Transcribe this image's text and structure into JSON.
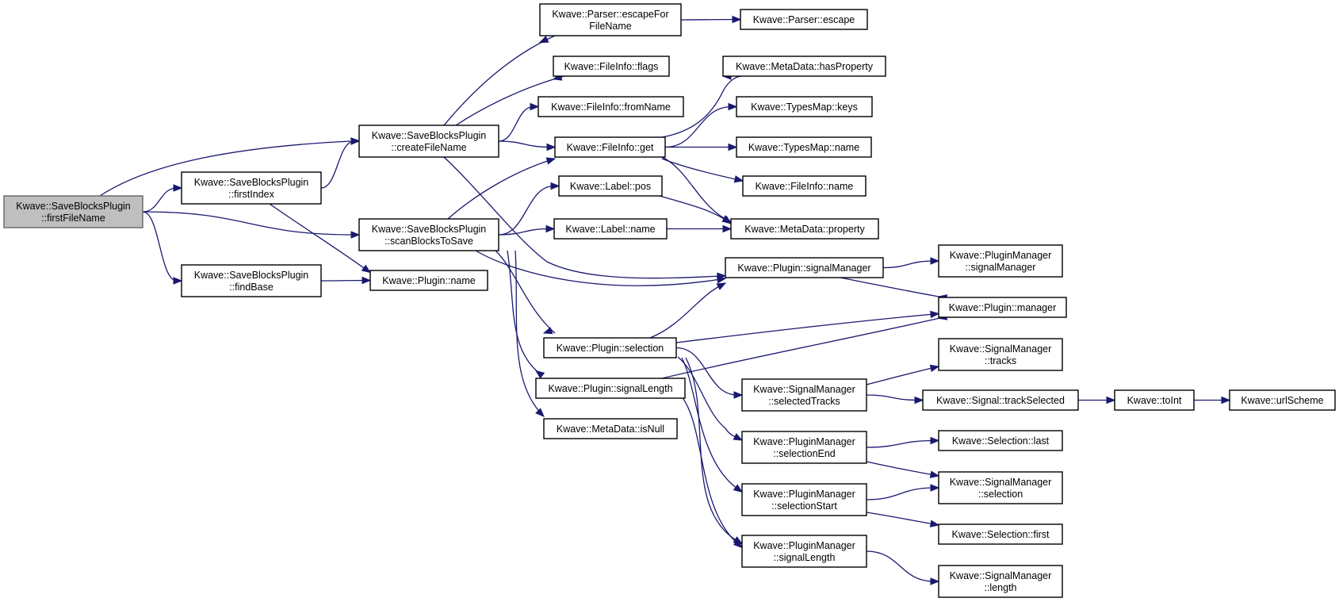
{
  "graph": {
    "direction": "left-to-right",
    "nodes": [
      {
        "id": "root",
        "lines": [
          "Kwave::SaveBlocksPlugin",
          "::firstFileName"
        ],
        "highlighted": true
      },
      {
        "id": "firstIndex",
        "lines": [
          "Kwave::SaveBlocksPlugin",
          "::firstIndex"
        ]
      },
      {
        "id": "findBase",
        "lines": [
          "Kwave::SaveBlocksPlugin",
          "::findBase"
        ]
      },
      {
        "id": "createFileName",
        "lines": [
          "Kwave::SaveBlocksPlugin",
          "::createFileName"
        ]
      },
      {
        "id": "scanBlocksToSave",
        "lines": [
          "Kwave::SaveBlocksPlugin",
          "::scanBlocksToSave"
        ]
      },
      {
        "id": "pluginName",
        "lines": [
          "Kwave::Plugin::name"
        ]
      },
      {
        "id": "escapeForFileName",
        "lines": [
          "Kwave::Parser::escapeFor",
          "FileName"
        ]
      },
      {
        "id": "parserEscape",
        "lines": [
          "Kwave::Parser::escape"
        ]
      },
      {
        "id": "flags",
        "lines": [
          "Kwave::FileInfo::flags"
        ]
      },
      {
        "id": "fromName",
        "lines": [
          "Kwave::FileInfo::fromName"
        ]
      },
      {
        "id": "fileInfoGet",
        "lines": [
          "Kwave::FileInfo::get"
        ]
      },
      {
        "id": "labelPos",
        "lines": [
          "Kwave::Label::pos"
        ]
      },
      {
        "id": "labelName",
        "lines": [
          "Kwave::Label::name"
        ]
      },
      {
        "id": "hasProperty",
        "lines": [
          "Kwave::MetaData::hasProperty"
        ]
      },
      {
        "id": "typesKeys",
        "lines": [
          "Kwave::TypesMap::keys"
        ]
      },
      {
        "id": "typesName",
        "lines": [
          "Kwave::TypesMap::name"
        ]
      },
      {
        "id": "fileInfoName",
        "lines": [
          "Kwave::FileInfo::name"
        ]
      },
      {
        "id": "property",
        "lines": [
          "Kwave::MetaData::property"
        ]
      },
      {
        "id": "pluginSignalManager",
        "lines": [
          "Kwave::Plugin::signalManager"
        ]
      },
      {
        "id": "pmSignalManager",
        "lines": [
          "Kwave::PluginManager",
          "::signalManager"
        ]
      },
      {
        "id": "pluginManager",
        "lines": [
          "Kwave::Plugin::manager"
        ]
      },
      {
        "id": "pluginSelection",
        "lines": [
          "Kwave::Plugin::selection"
        ]
      },
      {
        "id": "pluginSignalLength",
        "lines": [
          "Kwave::Plugin::signalLength"
        ]
      },
      {
        "id": "isNull",
        "lines": [
          "Kwave::MetaData::isNull"
        ]
      },
      {
        "id": "selectedTracks",
        "lines": [
          "Kwave::SignalManager",
          "::selectedTracks"
        ]
      },
      {
        "id": "smTracks",
        "lines": [
          "Kwave::SignalManager",
          "::tracks"
        ]
      },
      {
        "id": "trackSelected",
        "lines": [
          "Kwave::Signal::trackSelected"
        ]
      },
      {
        "id": "toInt",
        "lines": [
          "Kwave::toInt"
        ]
      },
      {
        "id": "urlScheme",
        "lines": [
          "Kwave::urlScheme"
        ]
      },
      {
        "id": "selectionEnd",
        "lines": [
          "Kwave::PluginManager",
          "::selectionEnd"
        ]
      },
      {
        "id": "selectionLast",
        "lines": [
          "Kwave::Selection::last"
        ]
      },
      {
        "id": "smSelection",
        "lines": [
          "Kwave::SignalManager",
          "::selection"
        ]
      },
      {
        "id": "selectionStart",
        "lines": [
          "Kwave::PluginManager",
          "::selectionStart"
        ]
      },
      {
        "id": "selectionFirst",
        "lines": [
          "Kwave::Selection::first"
        ]
      },
      {
        "id": "pmSignalLength",
        "lines": [
          "Kwave::PluginManager",
          "::signalLength"
        ]
      },
      {
        "id": "smLength",
        "lines": [
          "Kwave::SignalManager",
          "::length"
        ]
      }
    ],
    "edges": [
      {
        "from": "root",
        "to": "createFileName"
      },
      {
        "from": "root",
        "to": "firstIndex"
      },
      {
        "from": "root",
        "to": "scanBlocksToSave"
      },
      {
        "from": "root",
        "to": "findBase"
      },
      {
        "from": "firstIndex",
        "to": "createFileName"
      },
      {
        "from": "firstIndex",
        "to": "pluginName"
      },
      {
        "from": "findBase",
        "to": "pluginName"
      },
      {
        "from": "createFileName",
        "to": "escapeForFileName"
      },
      {
        "from": "createFileName",
        "to": "flags"
      },
      {
        "from": "createFileName",
        "to": "fromName"
      },
      {
        "from": "createFileName",
        "to": "fileInfoGet"
      },
      {
        "from": "createFileName",
        "to": "pluginSignalManager"
      },
      {
        "from": "escapeForFileName",
        "to": "parserEscape"
      },
      {
        "from": "fileInfoGet",
        "to": "hasProperty"
      },
      {
        "from": "fileInfoGet",
        "to": "typesKeys"
      },
      {
        "from": "fileInfoGet",
        "to": "typesName"
      },
      {
        "from": "fileInfoGet",
        "to": "fileInfoName"
      },
      {
        "from": "fileInfoGet",
        "to": "property"
      },
      {
        "from": "scanBlocksToSave",
        "to": "fileInfoGet"
      },
      {
        "from": "scanBlocksToSave",
        "to": "labelPos"
      },
      {
        "from": "scanBlocksToSave",
        "to": "labelName"
      },
      {
        "from": "scanBlocksToSave",
        "to": "pluginSignalManager"
      },
      {
        "from": "scanBlocksToSave",
        "to": "pluginSelection"
      },
      {
        "from": "scanBlocksToSave",
        "to": "pluginSignalLength"
      },
      {
        "from": "scanBlocksToSave",
        "to": "isNull"
      },
      {
        "from": "labelPos",
        "to": "property"
      },
      {
        "from": "labelName",
        "to": "property"
      },
      {
        "from": "pluginSignalManager",
        "to": "pmSignalManager"
      },
      {
        "from": "pluginSignalManager",
        "to": "pluginManager"
      },
      {
        "from": "pluginSelection",
        "to": "pluginSignalManager"
      },
      {
        "from": "pluginSelection",
        "to": "pluginManager"
      },
      {
        "from": "pluginSelection",
        "to": "selectedTracks"
      },
      {
        "from": "pluginSelection",
        "to": "selectionEnd"
      },
      {
        "from": "pluginSelection",
        "to": "selectionStart"
      },
      {
        "from": "pluginSelection",
        "to": "pmSignalLength"
      },
      {
        "from": "pluginSignalLength",
        "to": "pluginManager"
      },
      {
        "from": "pluginSignalLength",
        "to": "pmSignalLength"
      },
      {
        "from": "selectedTracks",
        "to": "smTracks"
      },
      {
        "from": "selectedTracks",
        "to": "trackSelected"
      },
      {
        "from": "trackSelected",
        "to": "toInt"
      },
      {
        "from": "toInt",
        "to": "urlScheme"
      },
      {
        "from": "selectionEnd",
        "to": "selectionLast"
      },
      {
        "from": "selectionEnd",
        "to": "smSelection"
      },
      {
        "from": "selectionStart",
        "to": "smSelection"
      },
      {
        "from": "selectionStart",
        "to": "selectionFirst"
      },
      {
        "from": "pmSignalLength",
        "to": "smLength"
      }
    ]
  },
  "colors": {
    "edge": "#191970",
    "node_border": "#000000",
    "node_fill": "#ffffff",
    "root_fill": "#bfbfbf",
    "root_border": "#666666"
  }
}
